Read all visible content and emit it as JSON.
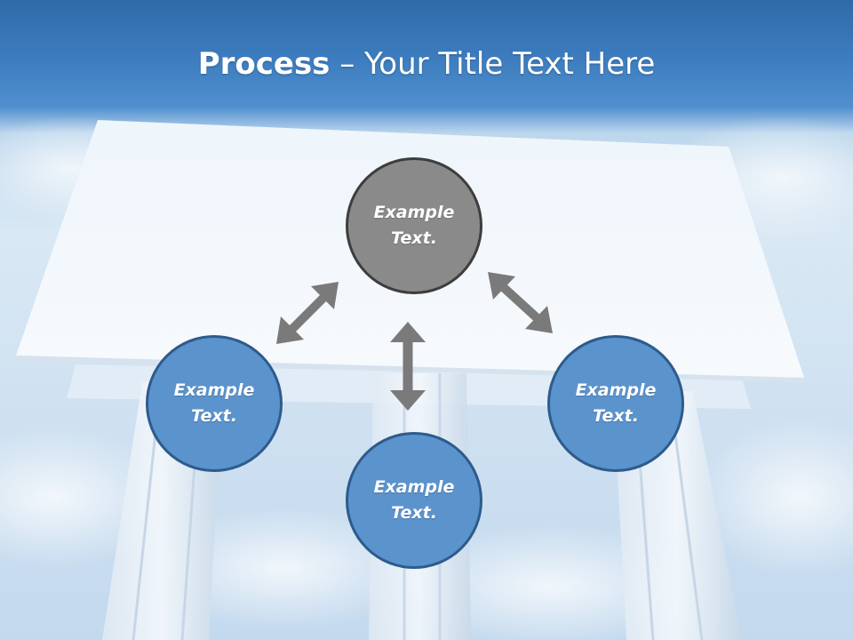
{
  "title": {
    "bold": "Process",
    "rest": " – Your Title Text Here"
  },
  "nodes": [
    {
      "id": "top",
      "label": "Example Text."
    },
    {
      "id": "left",
      "label": "Example Text."
    },
    {
      "id": "bottom",
      "label": "Example Text."
    },
    {
      "id": "right",
      "label": "Example Text."
    }
  ],
  "colors": {
    "node_top_fill": "#8a8a8a",
    "node_fill": "#5b93cd",
    "arrow": "#7a7a7a"
  }
}
